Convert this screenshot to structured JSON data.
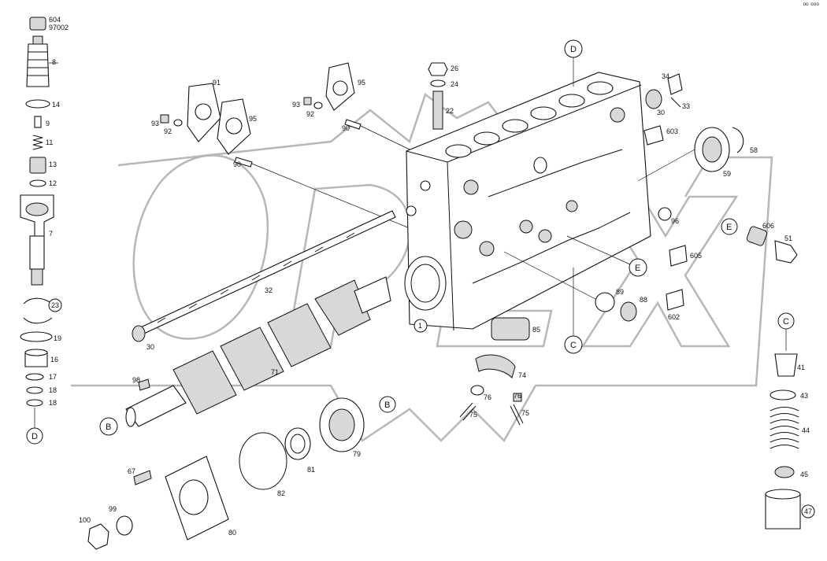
{
  "watermark": {
    "text": "OPEX",
    "color": "#b7b7b7"
  },
  "page_tag": "⁰⁰ ⁰⁰⁰",
  "callouts": {
    "c604": "604",
    "c97002": "97002",
    "c8": "8",
    "c14": "14",
    "c9": "9",
    "c11": "11",
    "c13": "13",
    "c12": "12",
    "c7": "7",
    "c23": "23",
    "c19": "19",
    "c16": "16",
    "c17": "17",
    "c18a": "18",
    "c18b": "18",
    "c91": "91",
    "c95a": "95",
    "c93a": "93",
    "c92a": "92",
    "c90a": "90",
    "c95b": "95",
    "c93b": "93",
    "c92b": "92",
    "c90b": "90",
    "c26": "26",
    "c24": "24",
    "c22": "22",
    "c34": "34",
    "c33": "33",
    "c30a": "30",
    "c603": "603",
    "c58": "58",
    "c59": "59",
    "c96": "96",
    "c605": "605",
    "c606": "606",
    "c51": "51",
    "c89": "89",
    "c88": "88",
    "c602": "602",
    "c85": "85",
    "c32": "32",
    "c30b": "30",
    "c1": "1",
    "c71": "71",
    "c98": "98",
    "c74": "74",
    "c76a": "76",
    "c76b": "76",
    "c75a": "75",
    "c75b": "75",
    "c79": "79",
    "c81": "81",
    "c82": "82",
    "c80": "80",
    "c67": "67",
    "c99": "99",
    "c100": "100",
    "c41": "41",
    "c43": "43",
    "c44": "44",
    "c45": "45",
    "c47": "47"
  },
  "refs": {
    "D_top": "D",
    "D_left": "D",
    "B_left": "B",
    "B_right": "B",
    "E_block": "E",
    "E_right": "E",
    "C_block": "C",
    "C_right": "C"
  }
}
